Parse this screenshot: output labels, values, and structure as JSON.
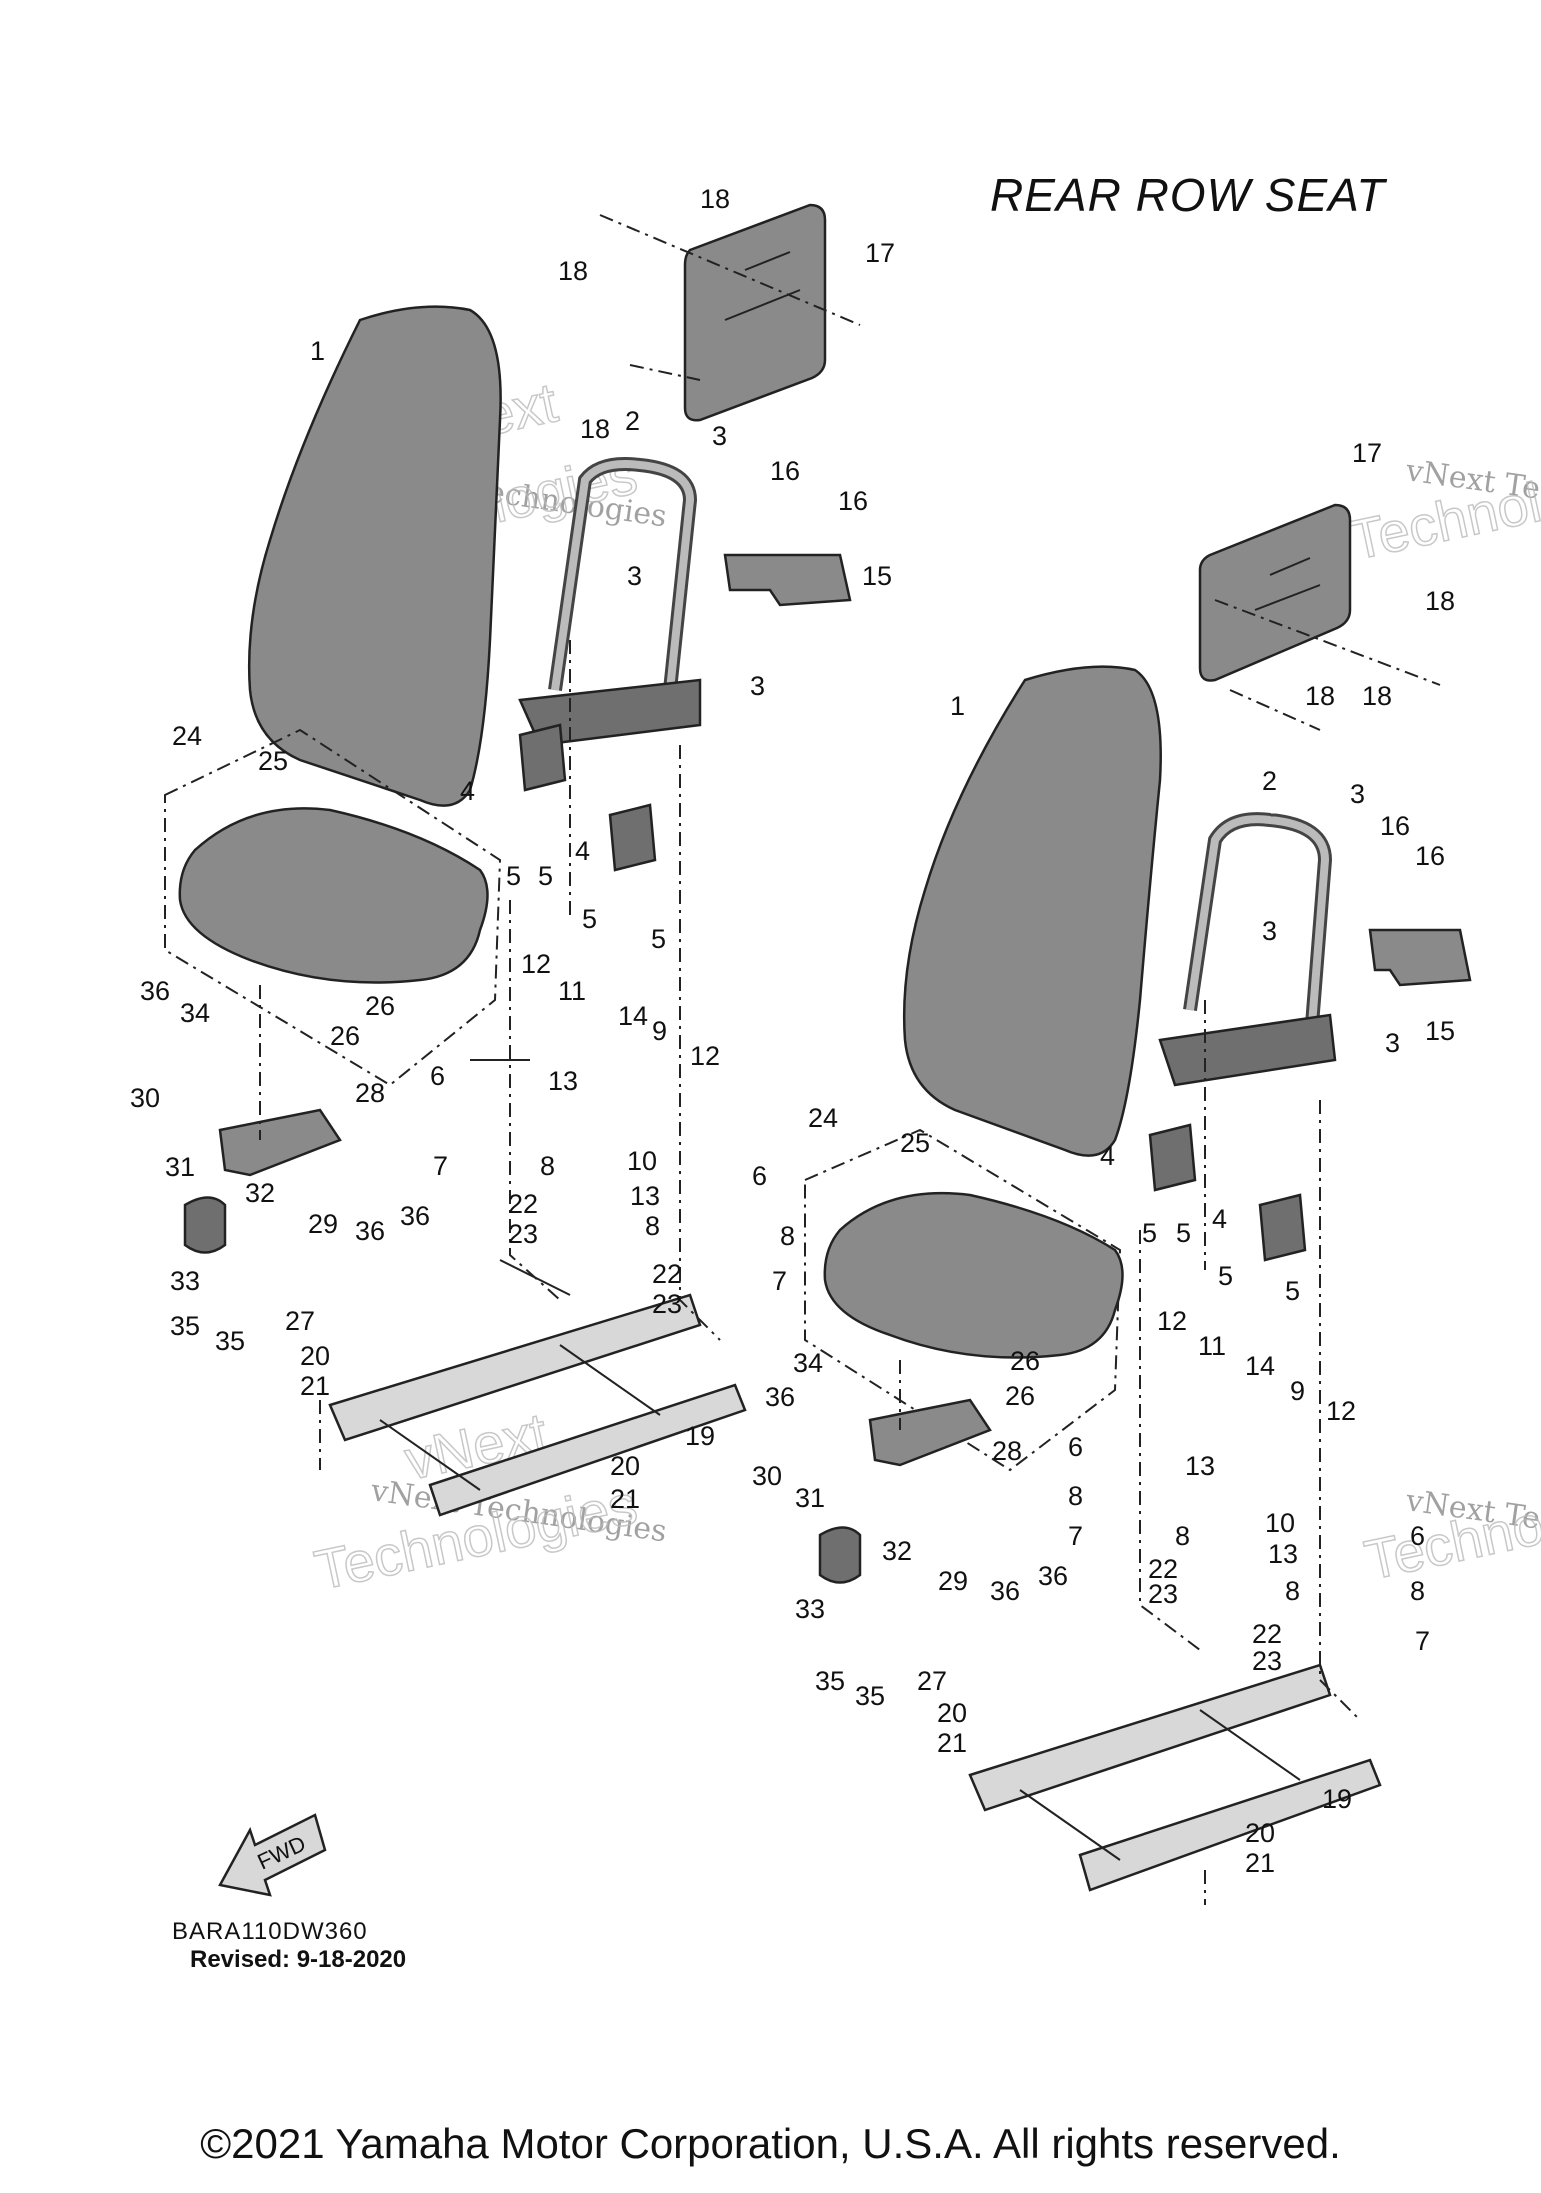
{
  "header": {
    "title": "REAR ROW SEAT"
  },
  "footer": {
    "code": "BARA110DW360",
    "revised": "Revised: 9-18-2020",
    "copyright": "©2021 Yamaha Motor Corporation, U.S.A. All rights reserved."
  },
  "fwd_arrow": {
    "label": "FWD"
  },
  "watermark": {
    "line1": "vNext Technologies",
    "line2": "vNext",
    "line3": "Technologies"
  },
  "callouts": {
    "left": [
      "1",
      "2",
      "3",
      "3",
      "3",
      "4",
      "4",
      "5",
      "5",
      "5",
      "5",
      "6",
      "6",
      "7",
      "7",
      "8",
      "8",
      "8",
      "8",
      "9",
      "10",
      "11",
      "12",
      "12",
      "13",
      "13",
      "14",
      "15",
      "16",
      "16",
      "17",
      "18",
      "18",
      "18",
      "19",
      "20",
      "20",
      "21",
      "21",
      "22",
      "22",
      "23",
      "23",
      "24",
      "25",
      "26",
      "26",
      "27",
      "28",
      "29",
      "30",
      "31",
      "32",
      "33",
      "34",
      "35",
      "35",
      "36",
      "36",
      "36"
    ],
    "right": [
      "1",
      "2",
      "3",
      "3",
      "3",
      "4",
      "4",
      "5",
      "5",
      "5",
      "5",
      "6",
      "6",
      "7",
      "7",
      "8",
      "8",
      "8",
      "8",
      "9",
      "10",
      "11",
      "12",
      "12",
      "13",
      "13",
      "14",
      "15",
      "16",
      "16",
      "17",
      "18",
      "18",
      "18",
      "19",
      "20",
      "20",
      "21",
      "21",
      "22",
      "22",
      "23",
      "23",
      "24",
      "25",
      "26",
      "26",
      "27",
      "28",
      "29",
      "30",
      "31",
      "32",
      "33",
      "34",
      "35",
      "35",
      "36",
      "36",
      "36"
    ]
  }
}
